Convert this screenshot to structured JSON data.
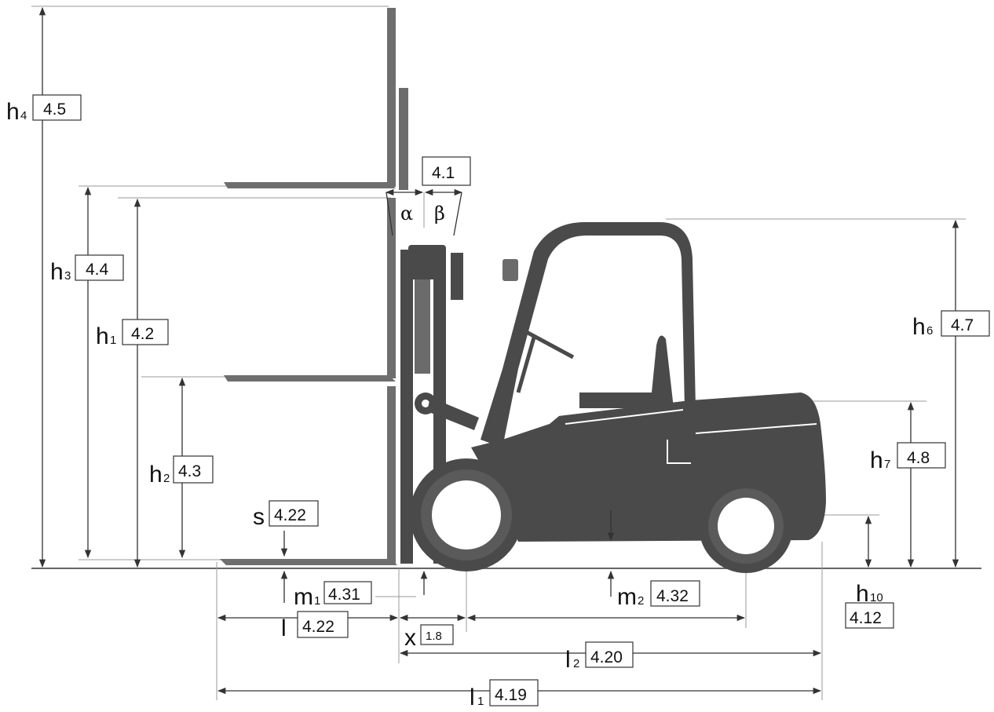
{
  "dimensions": {
    "h4": {
      "symbol": "h",
      "sub": "4",
      "ref": "4.5"
    },
    "h3": {
      "symbol": "h",
      "sub": "3",
      "ref": "4.4"
    },
    "h1": {
      "symbol": "h",
      "sub": "1",
      "ref": "4.2"
    },
    "h2": {
      "symbol": "h",
      "sub": "2",
      "ref": "4.3"
    },
    "s": {
      "symbol": "s",
      "sub": "",
      "ref": "4.22"
    },
    "tilt": {
      "alpha": "α",
      "beta": "β",
      "ref": "4.1"
    },
    "h6": {
      "symbol": "h",
      "sub": "6",
      "ref": "4.7"
    },
    "h7": {
      "symbol": "h",
      "sub": "7",
      "ref": "4.8"
    },
    "h10": {
      "symbol": "h",
      "sub": "10",
      "ref": "4.12"
    },
    "m1": {
      "symbol": "m",
      "sub": "1",
      "ref": "4.31"
    },
    "m2": {
      "symbol": "m",
      "sub": "2",
      "ref": "4.32"
    },
    "l": {
      "symbol": "l",
      "sub": "",
      "ref": "4.22"
    },
    "x": {
      "symbol": "x",
      "sub": "",
      "ref": "1.8"
    },
    "l2": {
      "symbol": "l",
      "sub": "2",
      "ref": "4.20"
    },
    "l1": {
      "symbol": "l",
      "sub": "1",
      "ref": "4.19"
    }
  }
}
